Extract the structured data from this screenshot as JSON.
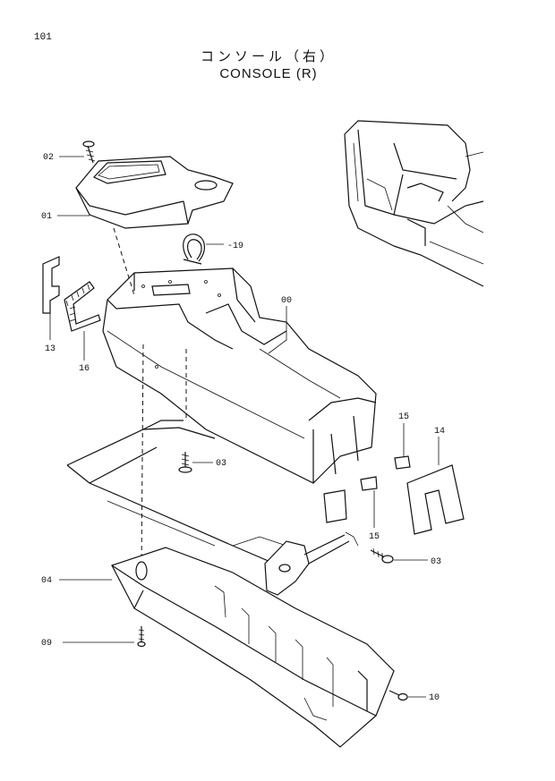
{
  "header": {
    "page_number": "101",
    "title_jp": "コンソール（右）",
    "title_en": "CONSOLE (R)"
  },
  "callouts": {
    "c02": "02",
    "c01": "01",
    "c19": "-19",
    "c00": "00",
    "c13": "13",
    "c16": "16",
    "c03a": "03",
    "c15a": "15",
    "c14": "14",
    "c15b": "15",
    "c03b": "03",
    "c04": "04",
    "c09": "09",
    "c10": "10"
  }
}
